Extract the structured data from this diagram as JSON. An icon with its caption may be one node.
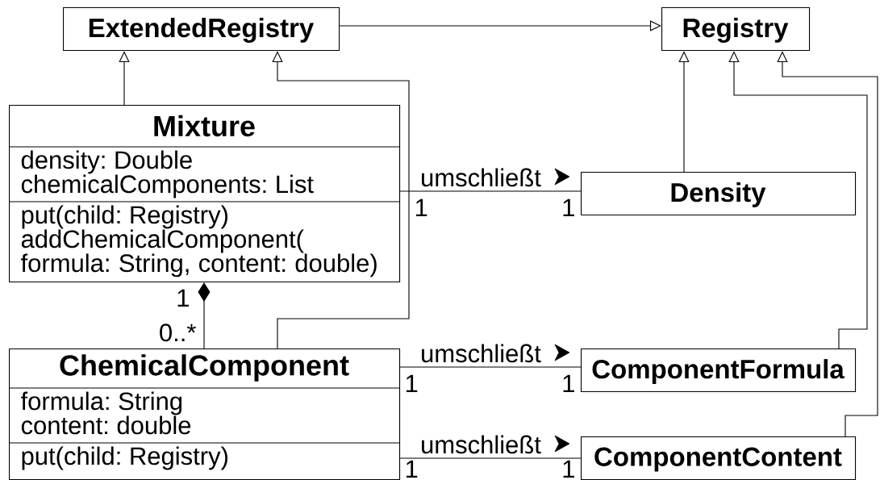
{
  "diagram": {
    "nodes": [
      {
        "text": [
          "ExtendedRegistry"
        ]
      },
      {
        "text": [
          "Registry"
        ]
      },
      {
        "text": [
          "Mixture",
          "density: Double",
          "chemicalComponents: List",
          "put(child: Registry)",
          "addChemicalComponent( formula: String, content: double)"
        ]
      },
      {
        "text": [
          "Density"
        ]
      },
      {
        "text": [
          "ChemicalComponent",
          "formula: String",
          "content: double",
          "put(child: Registry)"
        ]
      },
      {
        "text": [
          "ComponentFormula"
        ]
      },
      {
        "text": [
          "ComponentContent"
        ]
      }
    ],
    "edges": [
      {
        "from": 0,
        "to": 1,
        "arrow": "to"
      },
      {
        "from": 2,
        "to": 0,
        "arrow": "to"
      },
      {
        "from": 4,
        "to": 0,
        "arrow": "to"
      },
      {
        "from": 3,
        "to": 1,
        "arrow": "to"
      },
      {
        "from": 5,
        "to": 1,
        "arrow": "to"
      },
      {
        "from": 6,
        "to": 1,
        "arrow": "to"
      },
      {
        "from": 2,
        "to": 4,
        "arrow": "other"
      },
      {
        "from": 2,
        "to": 3,
        "arrow": "none",
        "label": "umschließt"
      },
      {
        "from": 4,
        "to": 5,
        "arrow": "none",
        "label": "umschließt"
      },
      {
        "from": 4,
        "to": 6,
        "arrow": "none",
        "label": "umschließt"
      }
    ],
    "labels": [
      "1",
      "1",
      "1",
      "0..*",
      "1",
      "1",
      "1",
      "1"
    ]
  }
}
